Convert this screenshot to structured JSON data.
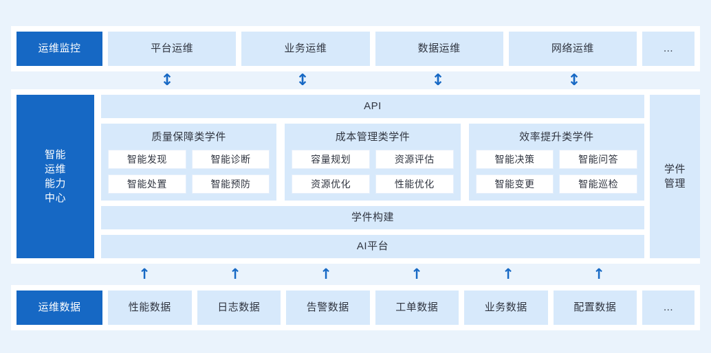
{
  "colors": {
    "page_background": "#eaf3fc",
    "panel_background": "#ffffff",
    "primary": "#1668c4",
    "light_blue": "#d7e9fb",
    "text": "#303540",
    "arrow": "#1668c4"
  },
  "top_row": {
    "header": "运维监控",
    "items": [
      "平台运维",
      "业务运维",
      "数据运维",
      "网络运维"
    ],
    "more": "..."
  },
  "arrows": {
    "bidirectional_glyph": "↕",
    "up_glyph": "↑",
    "top_positions": [
      243,
      440,
      637,
      835
    ],
    "bottom_positions": [
      210,
      342,
      474,
      606,
      739,
      871
    ]
  },
  "middle": {
    "capability_center": {
      "lines": [
        "智能",
        "运维",
        "能力",
        "中心"
      ]
    },
    "api_bar": "API",
    "groups": [
      {
        "title": "质量保障类学件",
        "items": [
          "智能发现",
          "智能诊断",
          "智能处置",
          "智能预防"
        ]
      },
      {
        "title": "成本管理类学件",
        "items": [
          "容量规划",
          "资源评估",
          "资源优化",
          "性能优化"
        ]
      },
      {
        "title": "效率提升类学件",
        "items": [
          "智能决策",
          "智能问答",
          "智能变更",
          "智能巡检"
        ]
      }
    ],
    "build_bar": "学件构建",
    "ai_bar": "AI平台",
    "component_mgmt": {
      "lines": [
        "学件",
        "管理"
      ]
    }
  },
  "bottom_row": {
    "header": "运维数据",
    "items": [
      "性能数据",
      "日志数据",
      "告警数据",
      "工单数据",
      "业务数据",
      "配置数据"
    ],
    "more": "..."
  }
}
